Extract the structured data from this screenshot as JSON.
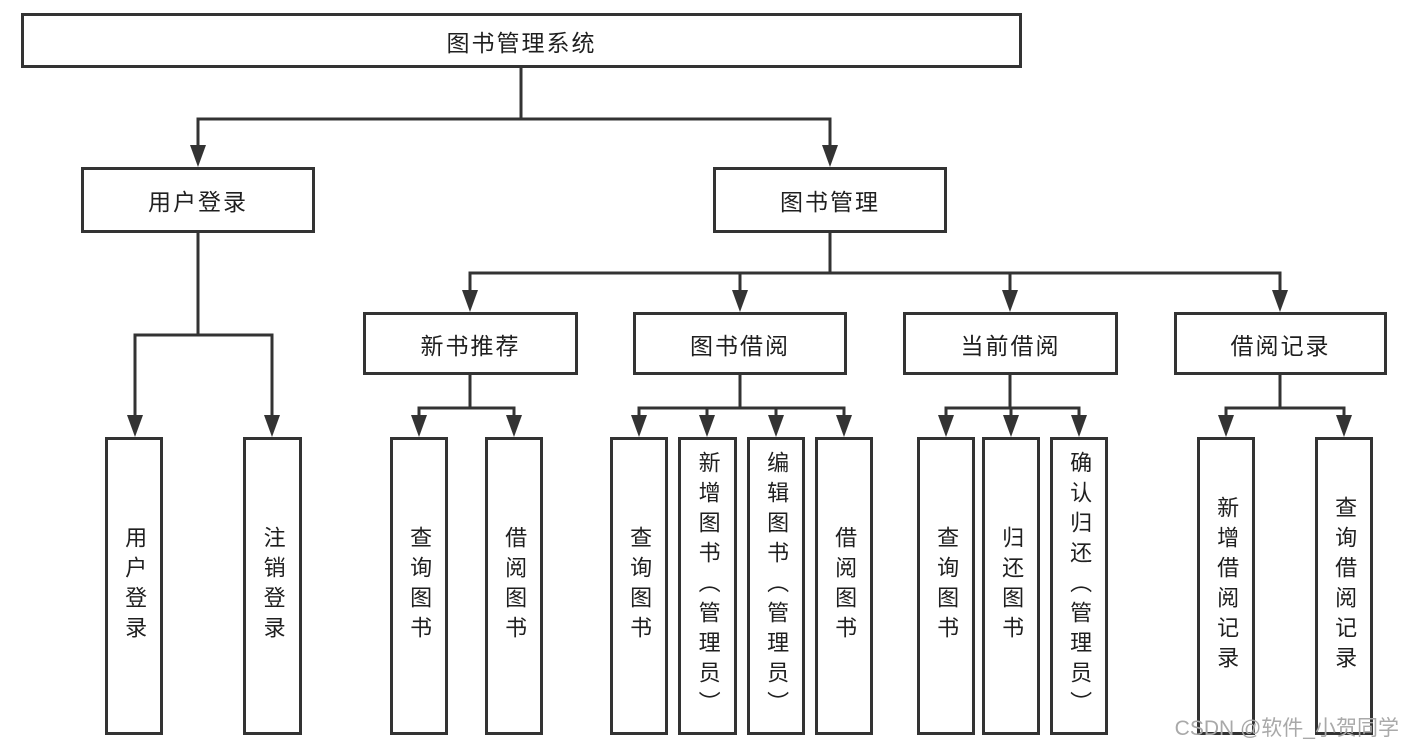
{
  "nodes": {
    "root": "图书管理系统",
    "user_login": "用户登录",
    "book_management": "图书管理",
    "new_book_recommend": "新书推荐",
    "book_borrow": "图书借阅",
    "current_borrow": "当前借阅",
    "borrow_record": "借阅记录",
    "leaf_user_login": "用户登录",
    "leaf_logout": "注销登录",
    "leaf_query_book_recommend": "查询图书",
    "leaf_borrow_book_recommend": "借阅图书",
    "leaf_query_book_borrow": "查询图书",
    "leaf_add_book_admin": "新增图书（管理员）",
    "leaf_edit_book_admin": "编辑图书（管理员）",
    "leaf_borrow_book_borrow": "借阅图书",
    "leaf_query_book_current": "查询图书",
    "leaf_return_book": "归还图书",
    "leaf_confirm_return_admin": "确认归还（管理员）",
    "leaf_add_borrow_record": "新增借阅记录",
    "leaf_query_borrow_record": "查询借阅记录"
  },
  "watermark": "CSDN @软件_小贺同学",
  "colors": {
    "line": "#333333",
    "text": "#1f1f1f",
    "watermark": "#a9a9a9",
    "background": "#ffffff"
  }
}
